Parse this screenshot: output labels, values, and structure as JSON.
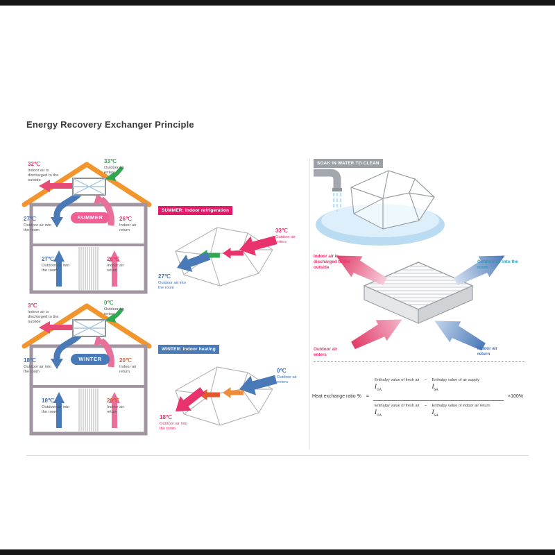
{
  "title": "Energy Recovery Exchanger Principle",
  "colors": {
    "summer_accent": "#e8336d",
    "winter_accent": "#4a79b8",
    "green": "#2fa84f",
    "roof_orange": "#f2952d",
    "wall_mauve": "#a295a2",
    "banner_gray": "#9aa0a6"
  },
  "summer": {
    "banner": "SUMMER: Indoor refrigeration",
    "pill": "SUMMER",
    "house": {
      "top_left": {
        "temp": "32℃",
        "label": "Indoor air is discharged to the outside"
      },
      "top_right": {
        "temp": "33℃",
        "label": "Outdoor air enters"
      },
      "mid_left": {
        "temp": "27℃",
        "label": "Outdoor air into the room"
      },
      "mid_right": {
        "temp": "26℃",
        "label": "Indoor air return"
      },
      "bottom_left": {
        "temp": "27℃",
        "label": "Outdoor air into the room"
      },
      "bottom_right": {
        "temp": "26℃",
        "label": "Indoor air return"
      }
    },
    "core": {
      "inlet": {
        "temp": "33℃",
        "label": "Outdoor air enters"
      },
      "outlet": {
        "temp": "27℃",
        "label": "Outdoor air into the room"
      }
    }
  },
  "winter": {
    "banner": "WINTER: Indoor heating",
    "pill": "WINTER",
    "house": {
      "top_left": {
        "temp": "3℃",
        "label": "Indoor air is discharged to the outside"
      },
      "top_right": {
        "temp": "0℃",
        "label": "Outdoor air enters"
      },
      "mid_left": {
        "temp": "18℃",
        "label": "Outdoor air into the room"
      },
      "mid_right": {
        "temp": "20℃",
        "label": "Indoor air return"
      },
      "bottom_left": {
        "temp": "18℃",
        "label": "Outdoor air into the room"
      },
      "bottom_right": {
        "temp": "20℃",
        "label": "Indoor air return"
      }
    },
    "core": {
      "inlet": {
        "temp": "0℃",
        "label": "Outdoor air enters"
      },
      "outlet": {
        "temp": "18℃",
        "label": "Outdoor air into the room"
      }
    }
  },
  "cleaning": {
    "banner": "SOAK IN WATER TO CLEAN"
  },
  "detail": {
    "top_left": "Indoor air is discharged to the outside",
    "top_right": "Outdoor air into the room",
    "bottom_left": "Outdoor air enters",
    "bottom_right": "Indoor air return"
  },
  "formula": {
    "lhs": "Heat exchange ratio %",
    "equals": "=",
    "minus": "−",
    "multiplier": "×100%",
    "numerator": {
      "left": {
        "text": "Enthalpy value of fresh air",
        "symbol": "I",
        "sub": "OA"
      },
      "right": {
        "text": "Enthalpy value of air supply",
        "symbol": "I",
        "sub": "SA"
      }
    },
    "denominator": {
      "left": {
        "text": "Enthalpy value of fresh air",
        "symbol": "I",
        "sub": "OA"
      },
      "right": {
        "text": "Enthalpy value of indoor air return",
        "symbol": "I",
        "sub": "SA"
      }
    }
  }
}
